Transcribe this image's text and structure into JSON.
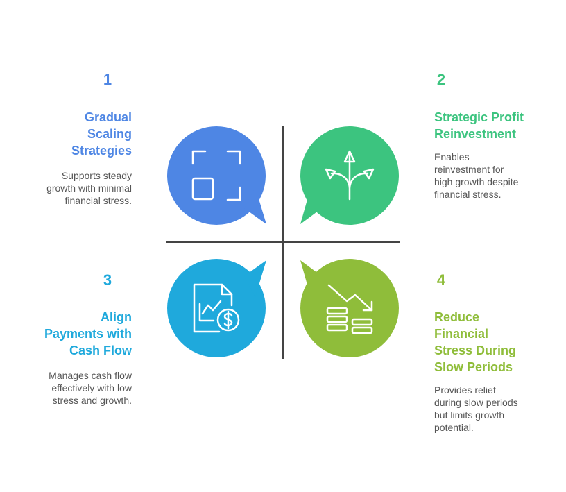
{
  "colors": {
    "blue": "#4E86E4",
    "green": "#3CC47F",
    "cyan": "#1FA9DC",
    "lime": "#8FBD3A",
    "divider": "#444444"
  },
  "quadrants": [
    {
      "number": "1",
      "title": "Gradual\nScaling\nStrategies",
      "description": "Supports steady\ngrowth with minimal\nfinancial stress.",
      "icon": "scaling-frame-icon"
    },
    {
      "number": "2",
      "title": "Strategic Profit\nReinvestment",
      "description": "Enables\nreinvestment for\nhigh growth despite\nfinancial stress.",
      "icon": "branching-arrows-icon"
    },
    {
      "number": "3",
      "title": "Align\nPayments with\nCash Flow",
      "description": "Manages cash flow\neffectively with low\nstress and growth.",
      "icon": "financial-document-icon"
    },
    {
      "number": "4",
      "title": "Reduce\nFinancial\nStress During\nSlow Periods",
      "description": "Provides relief\nduring slow periods\nbut limits growth\npotential.",
      "icon": "declining-coins-icon"
    }
  ]
}
